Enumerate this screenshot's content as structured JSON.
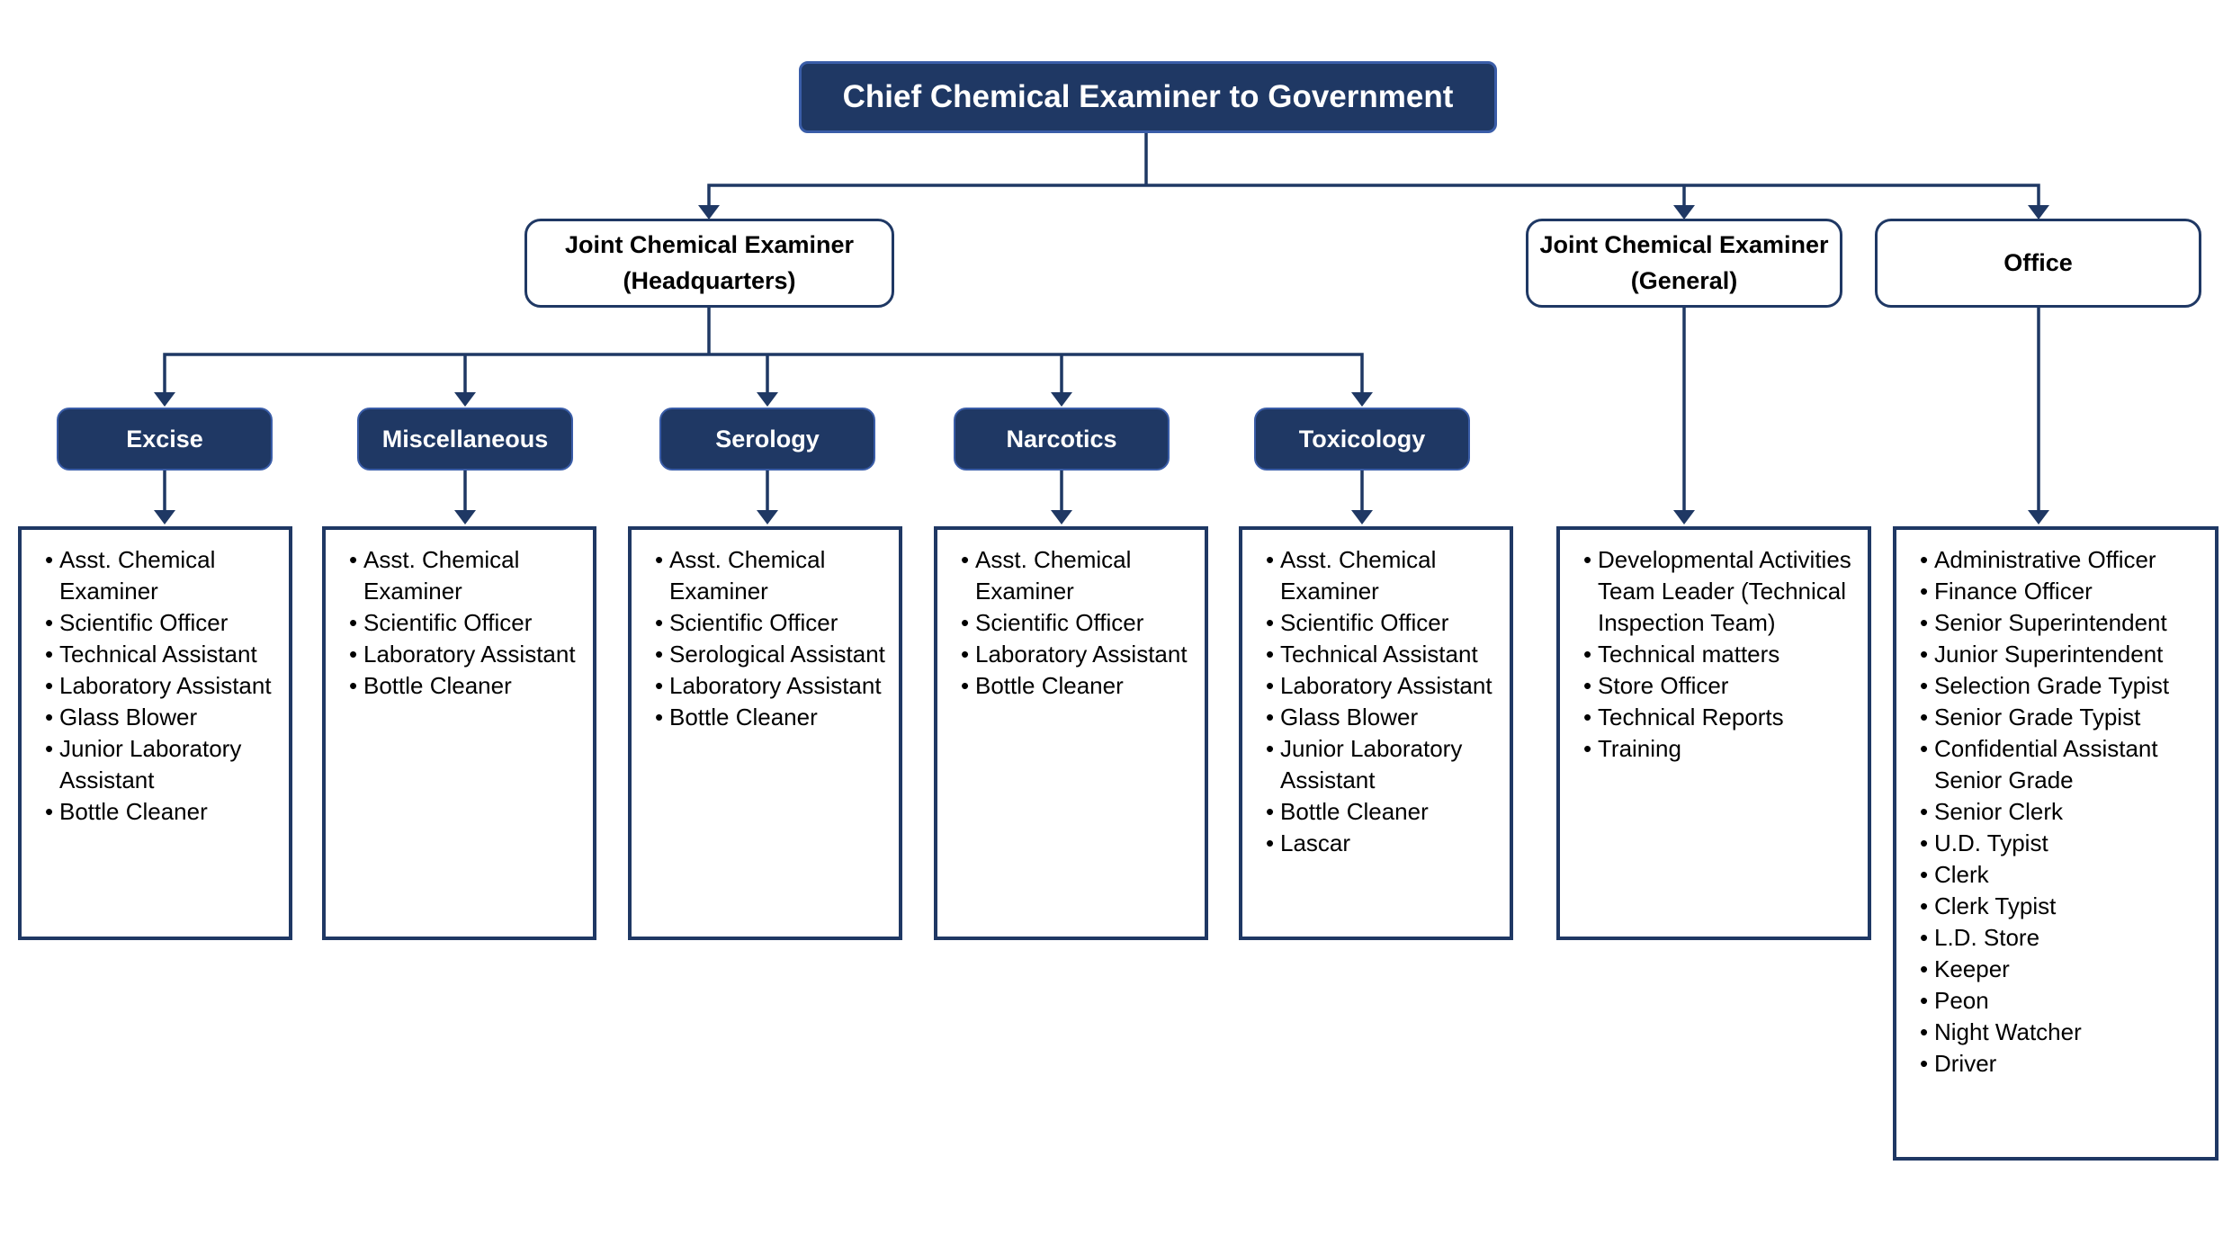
{
  "title": {
    "label": "Chief Chemical Examiner to Government"
  },
  "level2": {
    "hq": {
      "line1": "Joint Chemical Examiner",
      "line2": "(Headquarters)"
    },
    "general": {
      "line1": "Joint Chemical Examiner",
      "line2": "(General)"
    },
    "office": {
      "line1": "Office"
    }
  },
  "divisions": [
    {
      "name": "Excise",
      "staff": [
        "Asst. Chemical Examiner",
        "Scientific Officer",
        "Technical Assistant",
        "Laboratory Assistant",
        "Glass Blower",
        "Junior Laboratory Assistant",
        "Bottle Cleaner"
      ]
    },
    {
      "name": "Miscellaneous",
      "staff": [
        "Asst. Chemical Examiner",
        "Scientific Officer",
        "Laboratory Assistant",
        "Bottle Cleaner"
      ]
    },
    {
      "name": "Serology",
      "staff": [
        "Asst. Chemical Examiner",
        "Scientific Officer",
        "Serological Assistant",
        "Laboratory Assistant",
        "Bottle Cleaner"
      ]
    },
    {
      "name": "Narcotics",
      "staff": [
        "Asst. Chemical Examiner",
        "Scientific Officer",
        "Laboratory Assistant",
        "Bottle Cleaner"
      ]
    },
    {
      "name": "Toxicology",
      "staff": [
        "Asst. Chemical Examiner",
        "Scientific Officer",
        "Technical Assistant",
        "Laboratory Assistant",
        "Glass Blower",
        "Junior Laboratory Assistant",
        "Bottle Cleaner",
        "Lascar"
      ]
    }
  ],
  "general_list": [
    "Developmental Activities Team Leader (Technical Inspection Team)",
    "Technical matters",
    "Store Officer",
    "Technical Reports",
    "Training"
  ],
  "office_list": [
    "Administrative Officer",
    "Finance Officer",
    "Senior Superintendent",
    "Junior Superintendent",
    "Selection Grade Typist",
    "Senior Grade Typist",
    "Confidential Assistant Senior Grade",
    "Senior Clerk",
    "U.D. Typist",
    "Clerk",
    "Clerk Typist",
    "L.D. Store",
    "Keeper",
    "Peon",
    "Night Watcher",
    "Driver"
  ],
  "colors": {
    "navy": "#1f3864",
    "navy_border_light": "#3a5da8",
    "background": "#ffffff",
    "text": "#000000",
    "box_text_white": "#ffffff"
  }
}
